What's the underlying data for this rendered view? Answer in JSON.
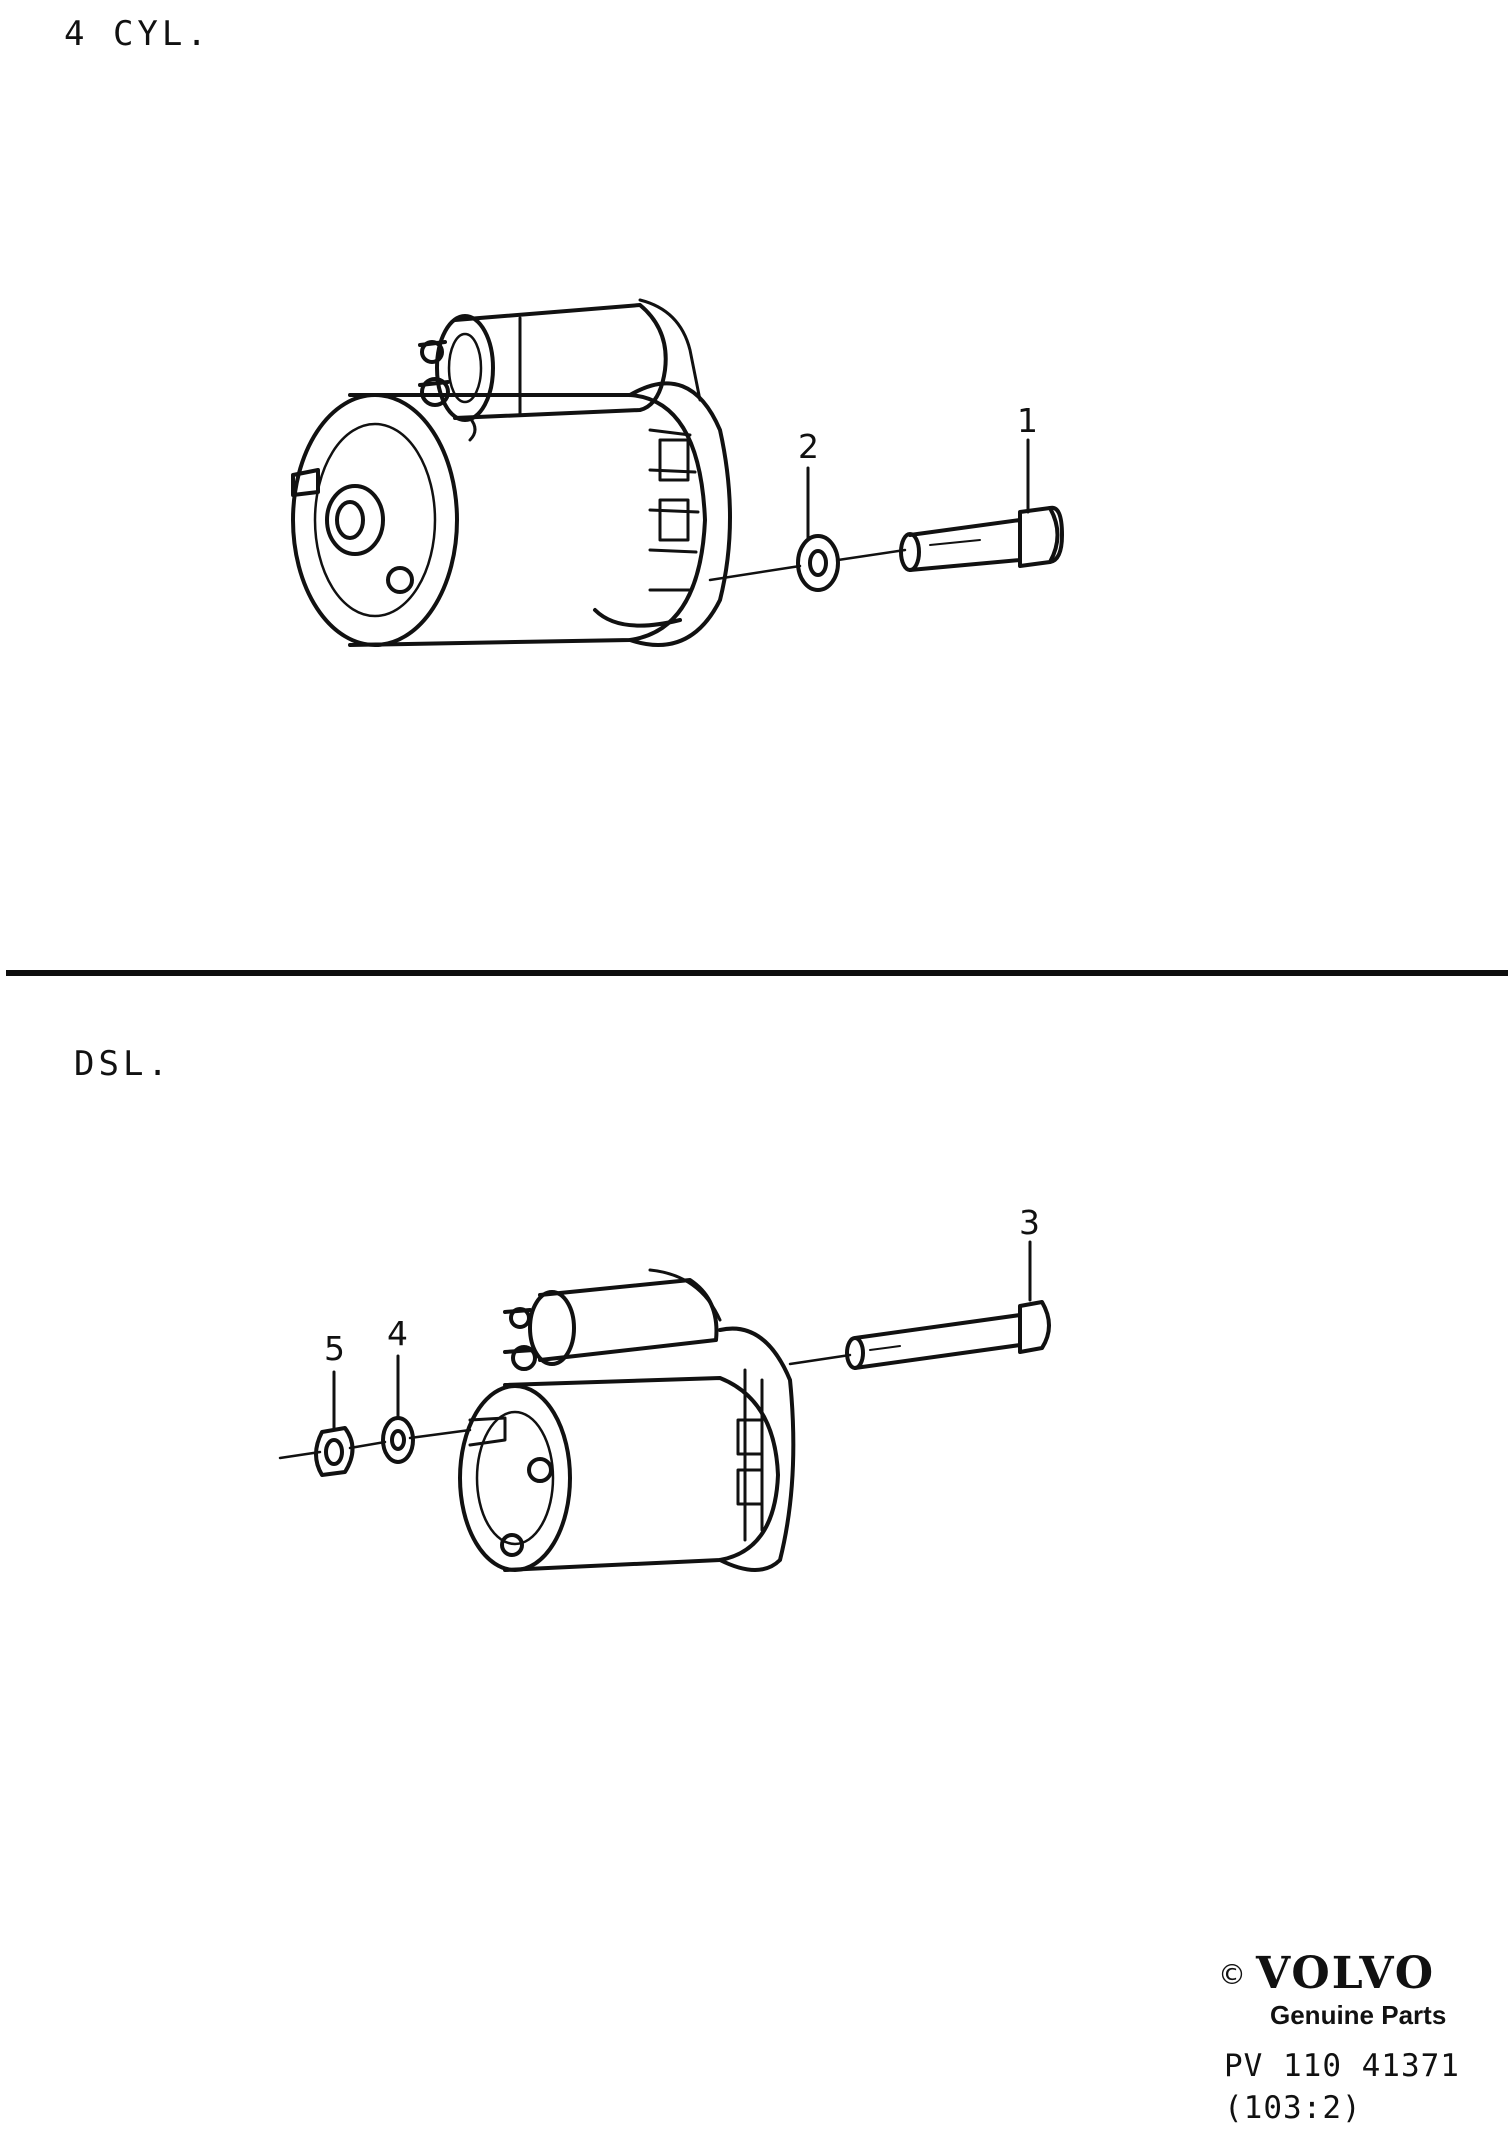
{
  "sections": {
    "top": {
      "title": "4 CYL."
    },
    "bottom": {
      "title": "DSL."
    }
  },
  "callouts": {
    "c1": "1",
    "c2": "2",
    "c3": "3",
    "c4": "4",
    "c5": "5"
  },
  "footer": {
    "copyright": "©",
    "brand": "VOLVO",
    "tagline": "Genuine Parts",
    "part_number": "PV 110 41371",
    "page_ref": "(103:2)"
  }
}
